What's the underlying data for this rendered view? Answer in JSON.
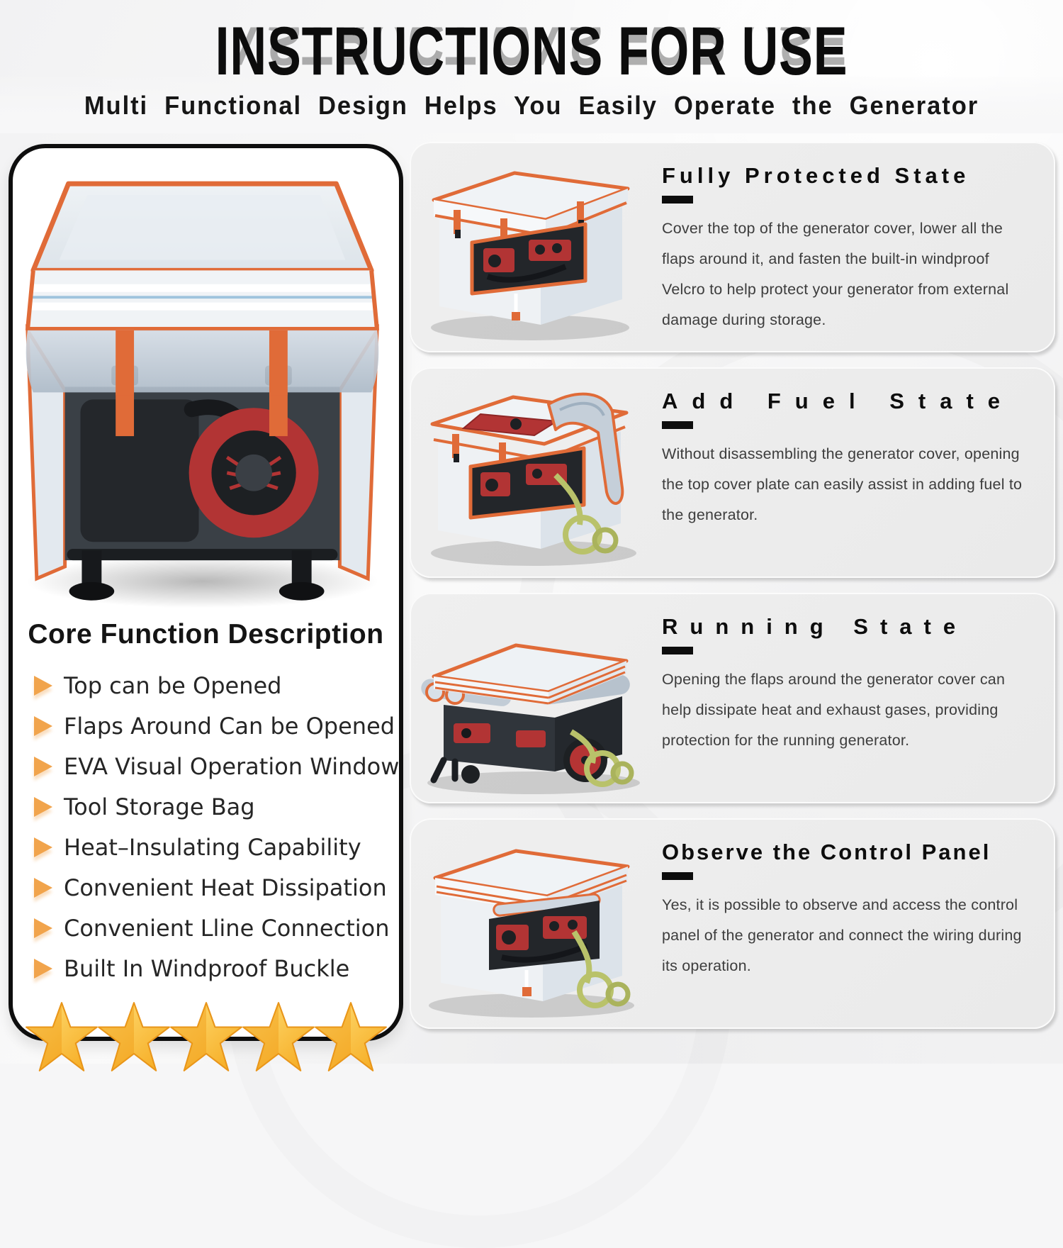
{
  "page": {
    "title": "INSTRUCTIONS FOR USE",
    "subtitle": "Multi Functional Design Helps You Easily Operate the Generator"
  },
  "left_panel": {
    "heading": "Core Function Description",
    "features": [
      "Top can be Opened",
      "Flaps Around Can be Opened",
      "EVA Visual Operation Window",
      "Tool Storage Bag",
      "Heat–Insulating Capability",
      "Convenient Heat Dissipation",
      "Convenient Lline Connection",
      "Built In Windproof Buckle"
    ],
    "rating_stars": 5
  },
  "sections": [
    {
      "heading": "Fully Protected State",
      "body": "Cover the top of the generator cover, lower all the flaps around it, and fasten the built-in windproof Velcro to help protect your generator from external damage during storage."
    },
    {
      "heading": "Add Fuel State",
      "body": "Without disassembling the generator cover, opening the top cover plate can easily assist in adding fuel to the generator."
    },
    {
      "heading": "Running State",
      "body": "Opening the flaps around the generator cover can help dissipate heat and exhaust gases, providing protection for the running generator."
    },
    {
      "heading": "Observe the Control Panel",
      "body": "Yes, it is possible to observe and access the control panel of the generator and connect the wiring during its operation."
    }
  ],
  "colors": {
    "accent_orange": "#E06B38",
    "bullet_orange": "#F1A44C",
    "star_gold": "#F6A41C",
    "heading_black": "#0D0D0D",
    "body_gray": "#3D3D3D",
    "card_background": "#ECECEC"
  }
}
